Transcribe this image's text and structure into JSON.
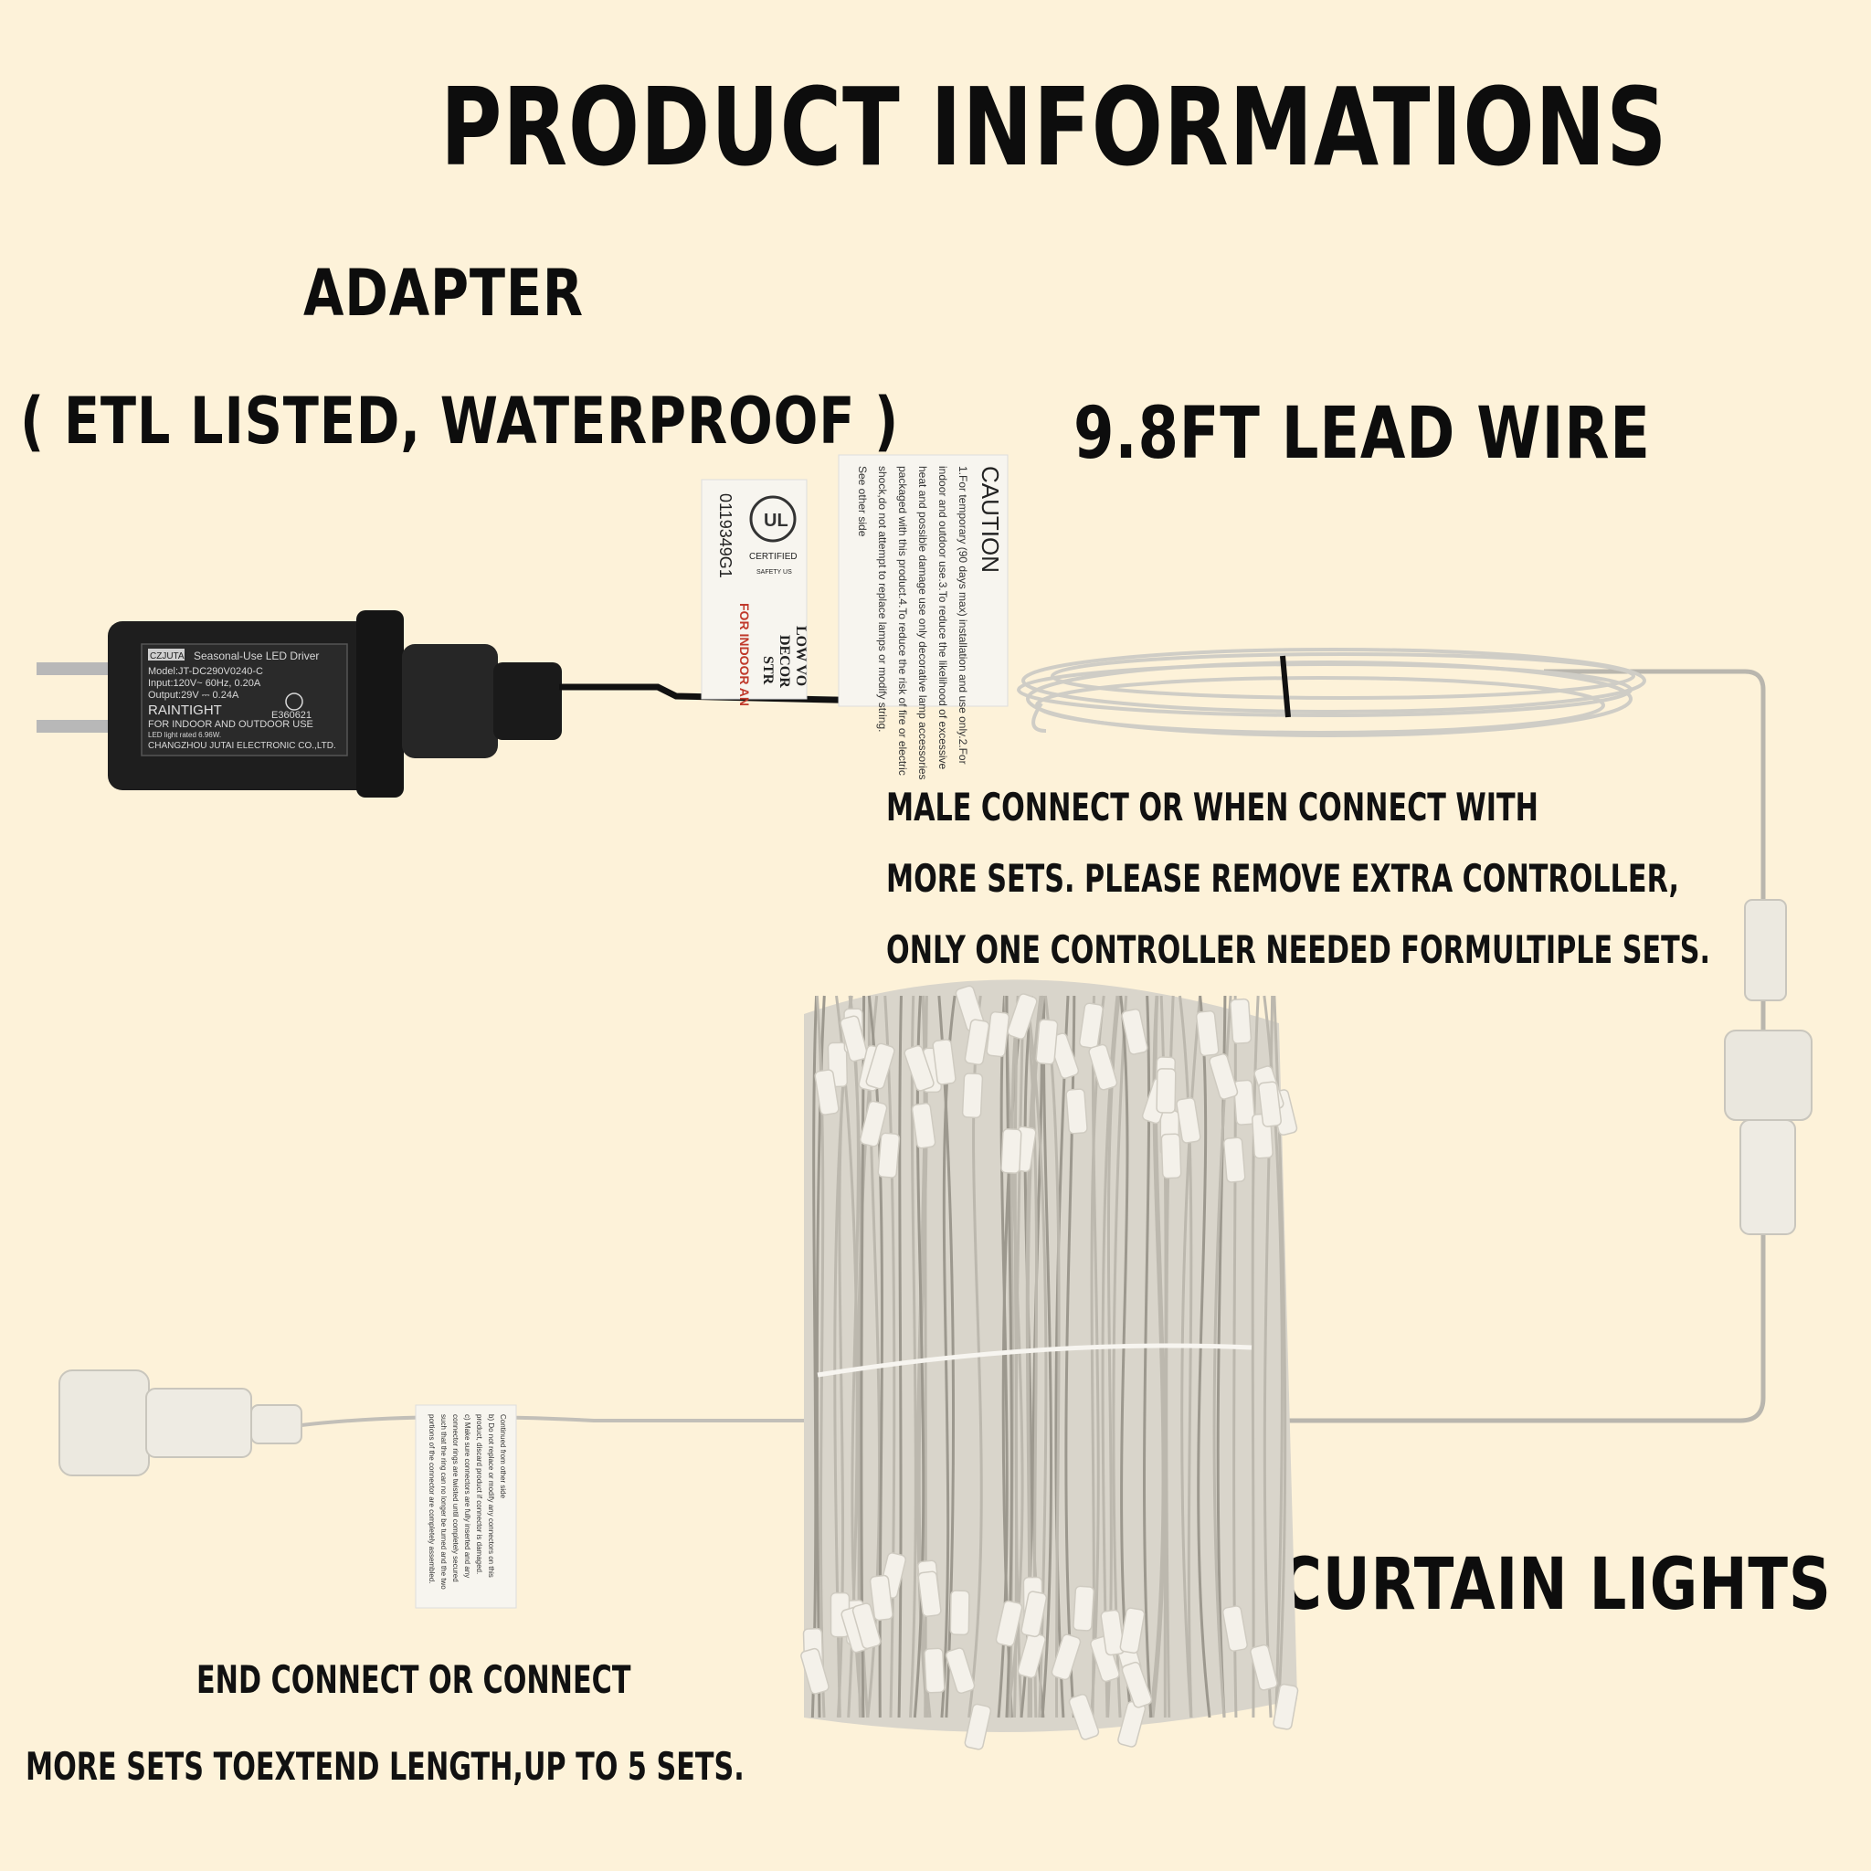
{
  "title": "PRODUCT INFORMATIONS",
  "adapter": {
    "heading": "ADAPTER",
    "subheading": "( ETL LISTED, WATERPROOF )",
    "label": {
      "brand": "CZJUTAI",
      "type": "Seasonal-Use LED Driver",
      "model": "Model:JT-DC290V0240-C",
      "input": "Input:120V~ 60Hz, 0.20A",
      "output": "Output:29V ⎓ 0.24A",
      "rating": "RAINTIGHT",
      "use": "FOR INDOOR AND OUTDOOR USE",
      "led": "LED light rated 6.96W.",
      "maker": "CHANGZHOU JUTAI ELECTRONIC CO.,LTD.",
      "cert_no": "E360621"
    }
  },
  "lead_wire": {
    "heading": "9.8FT LEAD WIRE"
  },
  "tags": {
    "ul_number": "0119349G1",
    "ul_certified": "CERTIFIED",
    "ul_safety": "SAFETY US",
    "caution_title": "CAUTION",
    "caution_lines": [
      "1.For temporary (90 days max) installation and use only.2.For",
      "indoor and outdoor use.3.To reduce the likelihood of excessive",
      "heat and possible damage use only decorative lamp accessories",
      "packaged with this product.4.To reduce the risk of fire or electric",
      "shock,do not attempt to replace lamps or modify string.",
      "See other side"
    ],
    "low_voltage": "LOW VO",
    "decor": "DECOR",
    "str": "STR",
    "indoor": "FOR INDOOR AN",
    "end_tag_lines": [
      "Continued from other side",
      "b) Do not replace or modify any connectors on this",
      "product, discard product if connector is damaged.",
      "c) Make sure connectors are fully inserted and any",
      "connector rings are twisted until completely secured",
      "such that the ring can no longer be turned and the two",
      "portions of the connector are completely assembled."
    ]
  },
  "male_note": {
    "lines": [
      "MALE CONNECT OR WHEN CONNECT WITH",
      "MORE SETS. PLEASE REMOVE EXTRA CONTROLLER,",
      "ONLY ONE CONTROLLER NEEDED FORMULTIPLE SETS."
    ]
  },
  "curtain": {
    "heading": "CURTAIN LIGHTS"
  },
  "end_note": {
    "line1": "END CONNECT OR CONNECT",
    "line2": "MORE SETS TOEXTEND LENGTH,UP TO 5 SETS."
  },
  "colors": {
    "background": "#fdf2d9",
    "text": "#0d0d0d",
    "wire": "#b9b6ae",
    "adapter": "#1e1e1e"
  }
}
